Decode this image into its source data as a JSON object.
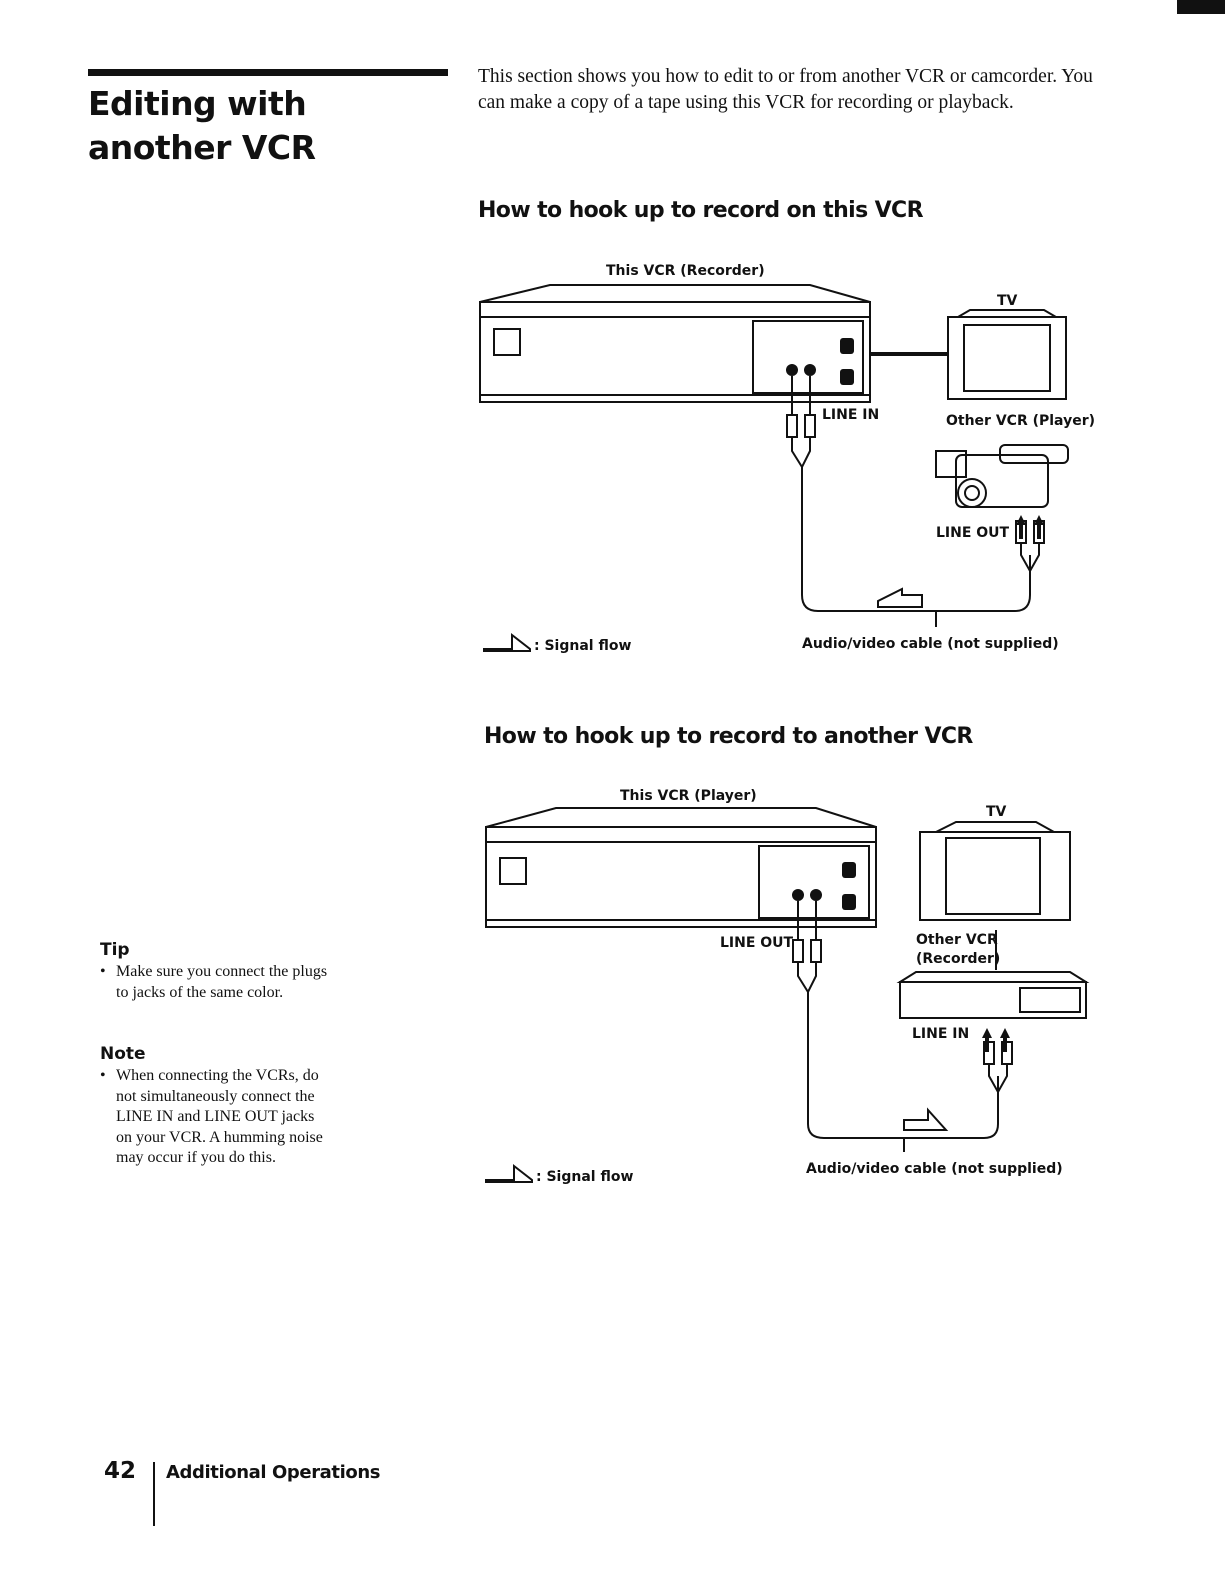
{
  "header": {
    "title": "Editing with another VCR",
    "intro": "This section shows you how to edit to or from another VCR or camcorder. You can make a copy of a tape using this VCR for recording or playback."
  },
  "section1": {
    "heading": "How to hook up to record on this VCR",
    "this_vcr_label": "This VCR (Recorder)",
    "tv_label": "TV",
    "line_in_label": "LINE IN",
    "other_vcr_label": "Other VCR (Player)",
    "line_out_label": "LINE OUT",
    "signal_flow_label": ": Signal flow",
    "cable_label": "Audio/video cable (not supplied)"
  },
  "section2": {
    "heading": "How to hook up to record to another VCR",
    "this_vcr_label": "This VCR (Player)",
    "tv_label": "TV",
    "line_out_label": "LINE OUT",
    "other_vcr_label_1": "Other VCR",
    "other_vcr_label_2": "(Recorder)",
    "line_in_label": "LINE IN",
    "signal_flow_label": ": Signal flow",
    "cable_label": "Audio/video cable (not supplied)"
  },
  "sidebar": {
    "tip_heading": "Tip",
    "tip_items": [
      "Make sure you connect the plugs to jacks of the same color."
    ],
    "note_heading": "Note",
    "note_items": [
      "When connecting the VCRs, do not simultaneously connect the LINE IN and LINE OUT jacks on your VCR. A humming noise may occur if you do this."
    ]
  },
  "footer": {
    "page_number": "42",
    "section_name": "Additional Operations"
  }
}
